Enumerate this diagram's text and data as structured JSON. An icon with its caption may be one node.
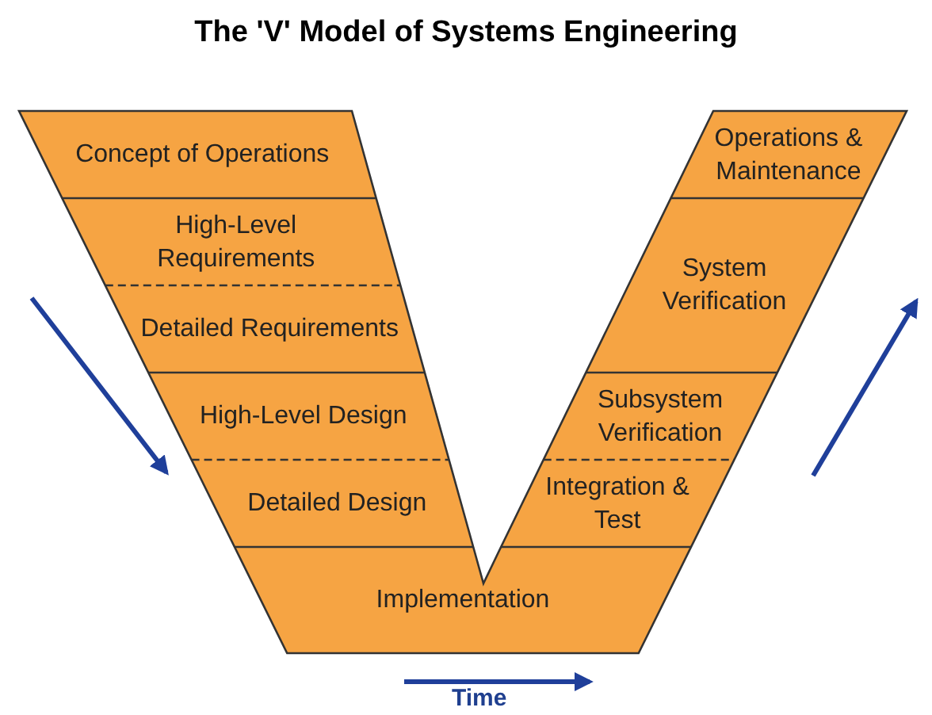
{
  "diagram": {
    "title": "The 'V' Model of Systems Engineering",
    "nodes": [
      {
        "text": [
          "Concept of Operations"
        ]
      },
      {
        "text": [
          "High-Level Requirements"
        ]
      },
      {
        "text": [
          "Detailed Requirements"
        ]
      },
      {
        "text": [
          "High-Level Design"
        ]
      },
      {
        "text": [
          "Detailed Design"
        ]
      },
      {
        "text": [
          "Operations & Maintenance"
        ]
      },
      {
        "text": [
          "System Verification"
        ]
      },
      {
        "text": [
          "Subsystem Verification"
        ]
      },
      {
        "text": [
          "Integration & Test"
        ]
      },
      {
        "text": [
          "Implementation"
        ]
      }
    ],
    "edges": [],
    "labels": [
      "Time"
    ]
  }
}
